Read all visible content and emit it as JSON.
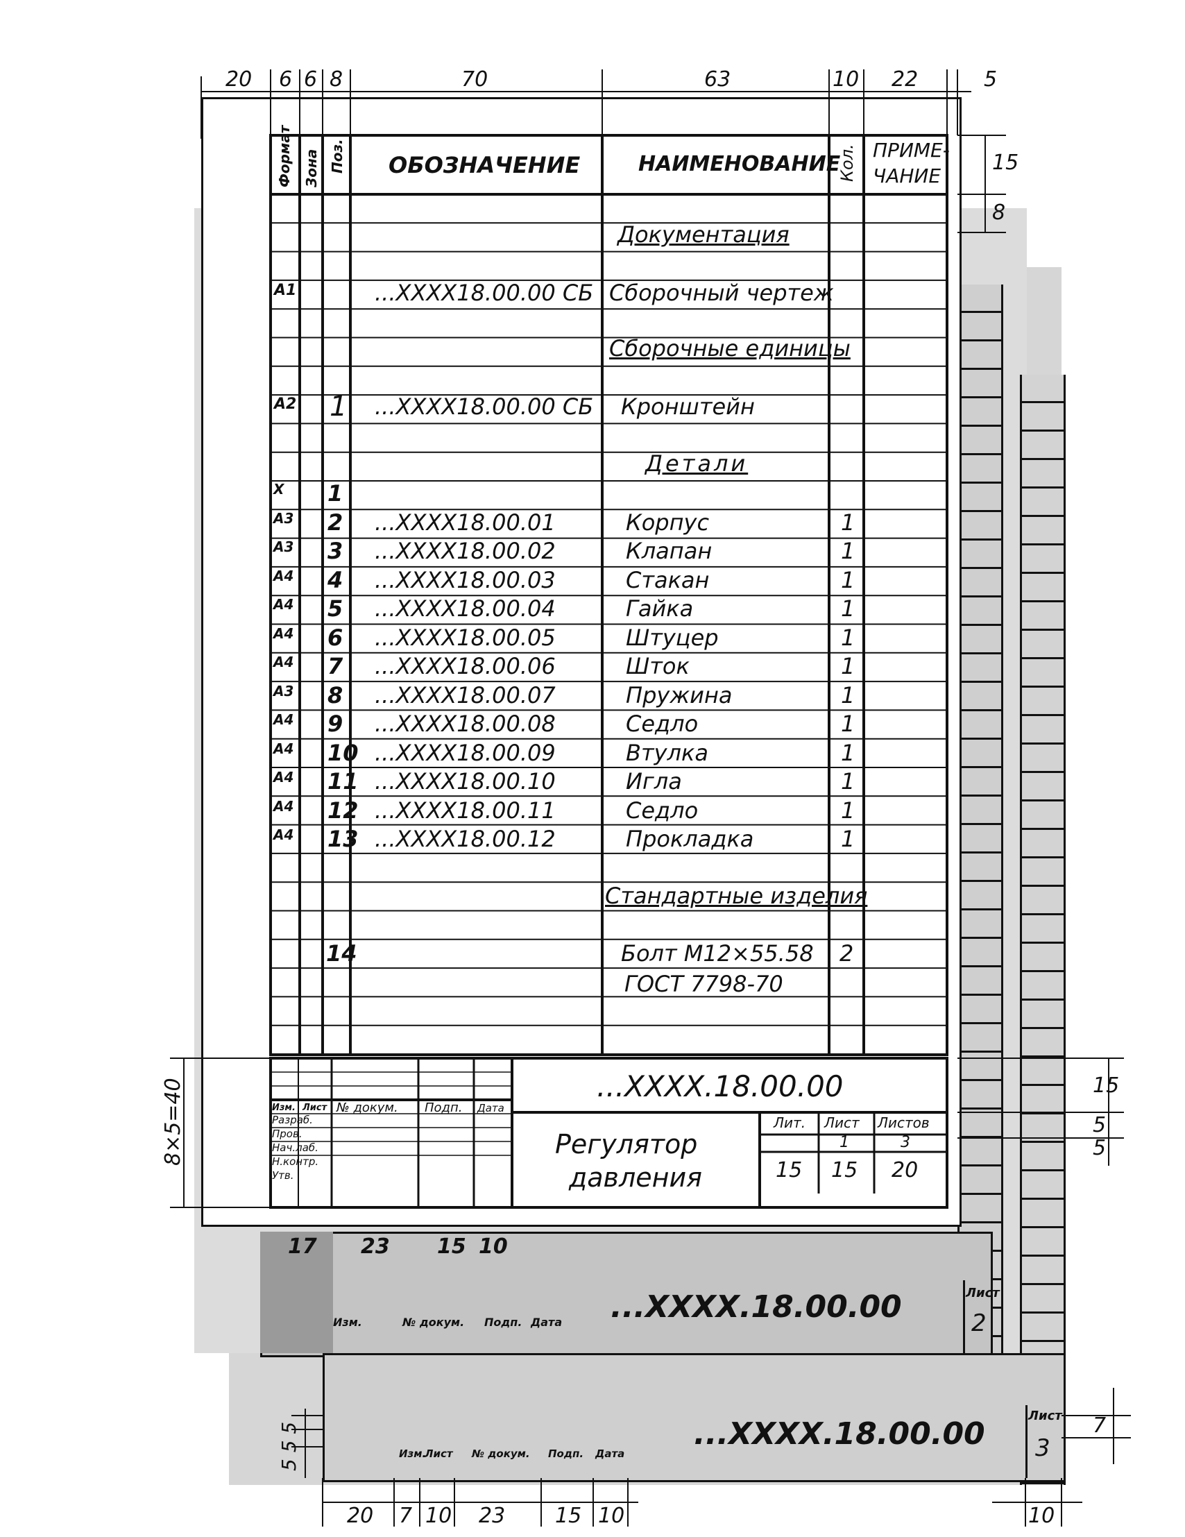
{
  "dims_top": {
    "c20": "20",
    "c6a": "6",
    "c6b": "6",
    "c8": "8",
    "c70": "70",
    "c63": "63",
    "c10": "10",
    "c22": "22",
    "c5": "5"
  },
  "dims_right": {
    "h15": "15",
    "h8": "8",
    "t15": "15",
    "t5a": "5",
    "t5b": "5",
    "s7": "7"
  },
  "dims_left": {
    "stack": "8×5=40",
    "s555": "5 5 5"
  },
  "header": {
    "format": "Формат",
    "zone": "Зона",
    "pos": "Поз.",
    "designation": "ОБОЗНАЧЕНИЕ",
    "name": "НАИМЕНОВАНИЕ",
    "qty": "Кол.",
    "note1": "ПРИМЕ-",
    "note2": "ЧАНИЕ"
  },
  "sections": {
    "documentation": "Документация",
    "assembly_units": "Сборочные единицы",
    "parts": "Детали",
    "standard": "Стандартные изделия"
  },
  "doc_row": {
    "format": "А1",
    "designation": "...XXXX18.00.00 СБ",
    "name": "Сборочный чертеж"
  },
  "asm_row": {
    "format": "А2",
    "pos": "1",
    "designation": "...XXXX18.00.00 СБ",
    "name": "Кронштейн"
  },
  "parts": [
    {
      "format": "X",
      "pos": "1",
      "designation": "",
      "name": "",
      "qty": ""
    },
    {
      "format": "А3",
      "pos": "2",
      "designation": "...XXXX18.00.01",
      "name": "Корпус",
      "qty": "1"
    },
    {
      "format": "А3",
      "pos": "3",
      "designation": "...XXXX18.00.02",
      "name": "Клапан",
      "qty": "1"
    },
    {
      "format": "А4",
      "pos": "4",
      "designation": "...XXXX18.00.03",
      "name": "Стакан",
      "qty": "1"
    },
    {
      "format": "А4",
      "pos": "5",
      "designation": "...XXXX18.00.04",
      "name": "Гайка",
      "qty": "1"
    },
    {
      "format": "А4",
      "pos": "6",
      "designation": "...XXXX18.00.05",
      "name": "Штуцер",
      "qty": "1"
    },
    {
      "format": "А4",
      "pos": "7",
      "designation": "...XXXX18.00.06",
      "name": "Шток",
      "qty": "1"
    },
    {
      "format": "А3",
      "pos": "8",
      "designation": "...XXXX18.00.07",
      "name": "Пружина",
      "qty": "1"
    },
    {
      "format": "А4",
      "pos": "9",
      "designation": "...XXXX18.00.08",
      "name": "Седло",
      "qty": "1"
    },
    {
      "format": "А4",
      "pos": "10",
      "designation": "...XXXX18.00.09",
      "name": "Втулка",
      "qty": "1"
    },
    {
      "format": "А4",
      "pos": "11",
      "designation": "...XXXX18.00.10",
      "name": "Игла",
      "qty": "1"
    },
    {
      "format": "А4",
      "pos": "12",
      "designation": "...XXXX18.00.11",
      "name": "Седло",
      "qty": "1"
    },
    {
      "format": "А4",
      "pos": "13",
      "designation": "...XXXX18.00.12",
      "name": "Прокладка",
      "qty": "1"
    }
  ],
  "standard_row": {
    "pos": "14",
    "name1": "Болт М12×55.58",
    "name2": "ГОСТ 7798-70",
    "qty": "2"
  },
  "title_block": {
    "code": "...XXXX.18.00.00",
    "title1": "Регулятор",
    "title2": "давления",
    "col_izm": "Изм.",
    "col_list": "Лист",
    "col_doc": "№ докум.",
    "col_sign": "Подп.",
    "col_date": "Дата",
    "roles": [
      "Разраб.",
      "Пров.",
      "Нач.лаб.",
      "Н.контр.",
      "Утв."
    ],
    "lit": "Лит.",
    "sheet": "Лист",
    "sheets": "Листов",
    "sheet_val": "1",
    "sheets_val": "3",
    "w15a": "15",
    "w15b": "15",
    "w20": "20"
  },
  "sheet2": {
    "w17": "17",
    "w23": "23",
    "w15": "15",
    "w10": "10",
    "code": "...XXXX.18.00.00",
    "list_lbl": "Лист",
    "list_val": "2"
  },
  "sheet3": {
    "code": "...XXXX.18.00.00",
    "list_lbl": "Лист",
    "list_val": "3"
  },
  "dims_bottom": {
    "b20": "20",
    "b7": "7",
    "b10": "10",
    "b23": "23",
    "b15": "15",
    "b10b": "10",
    "b10r": "10"
  }
}
